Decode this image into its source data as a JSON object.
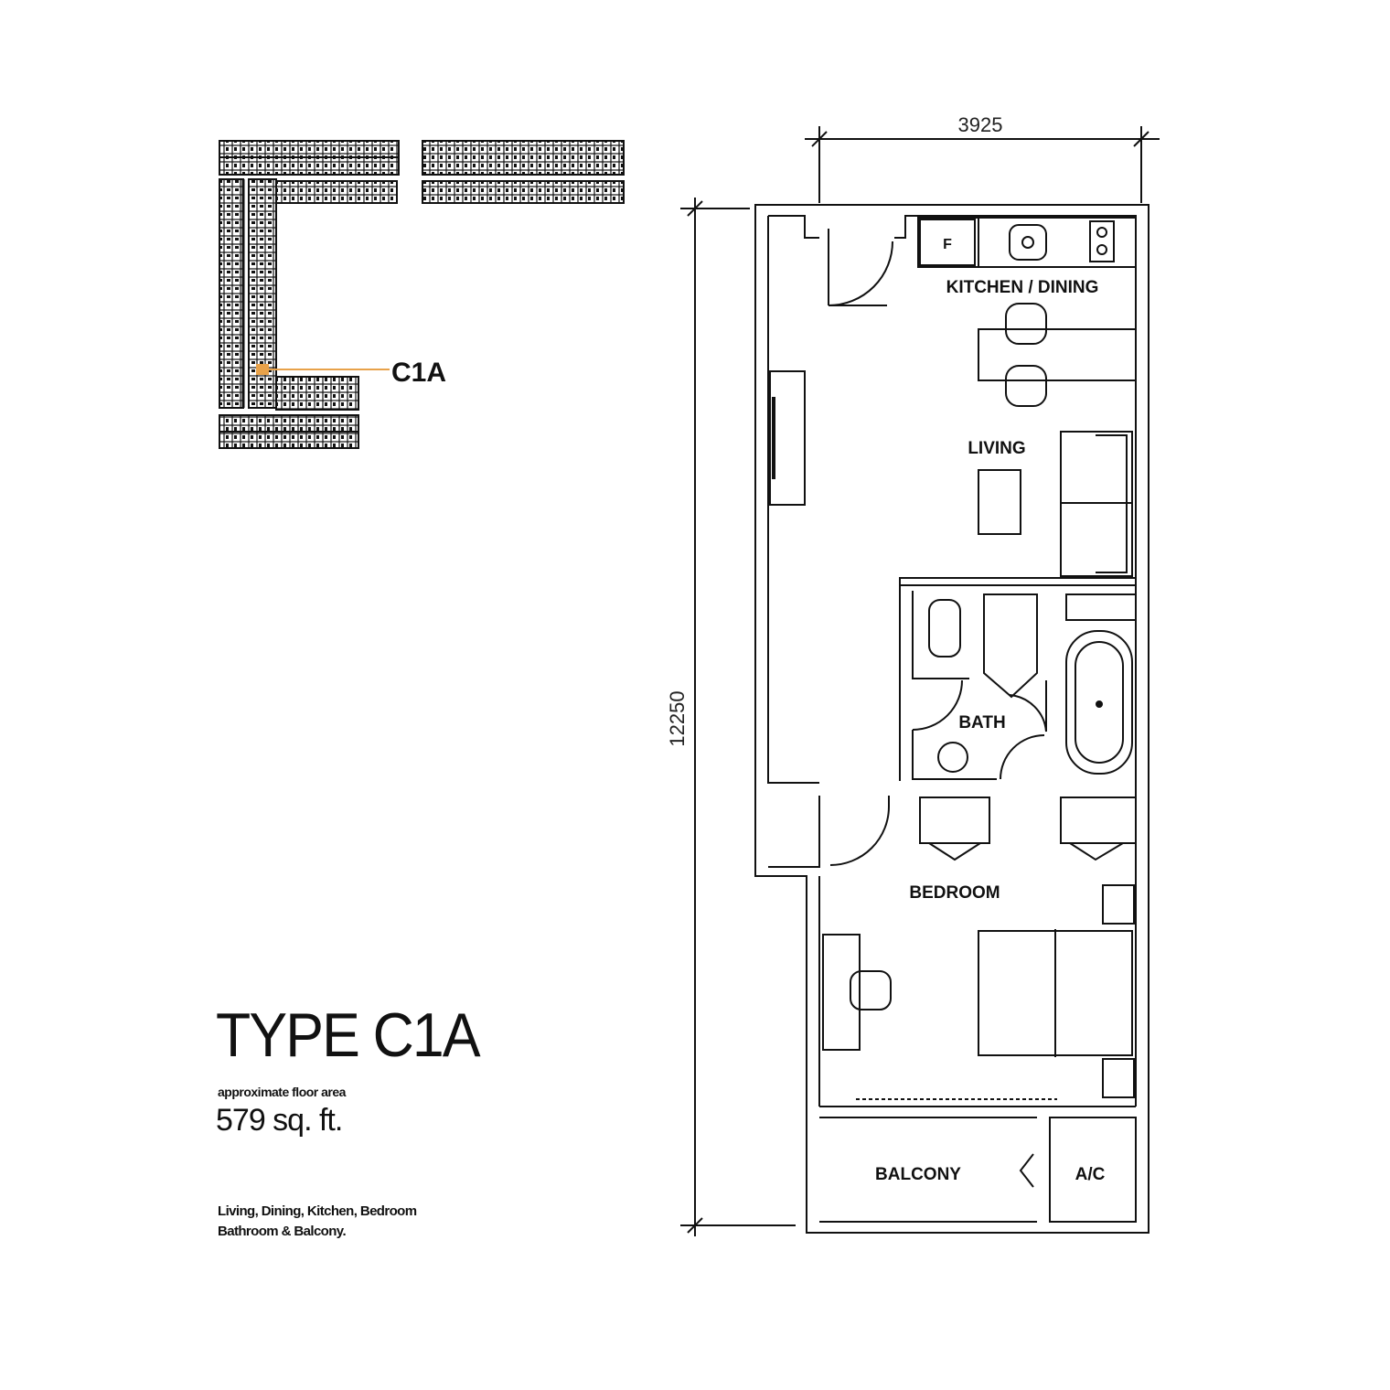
{
  "key_plan": {
    "unit_label": "C1A",
    "highlight_color": "#e8a24a"
  },
  "dimensions": {
    "width": "3925",
    "length": "12250"
  },
  "rooms": {
    "kitchen": "KITCHEN / DINING",
    "fridge": "F",
    "living": "LIVING",
    "bath": "BATH",
    "bedroom": "BEDROOM",
    "balcony": "BALCONY",
    "ac": "A/C"
  },
  "unit": {
    "title": "TYPE C1A",
    "area_caption": "approximate floor area",
    "area_value": "579 sq. ft.",
    "rooms_line1": "Living, Dining, Kitchen, Bedroom",
    "rooms_line2": "Bathroom & Balcony."
  }
}
